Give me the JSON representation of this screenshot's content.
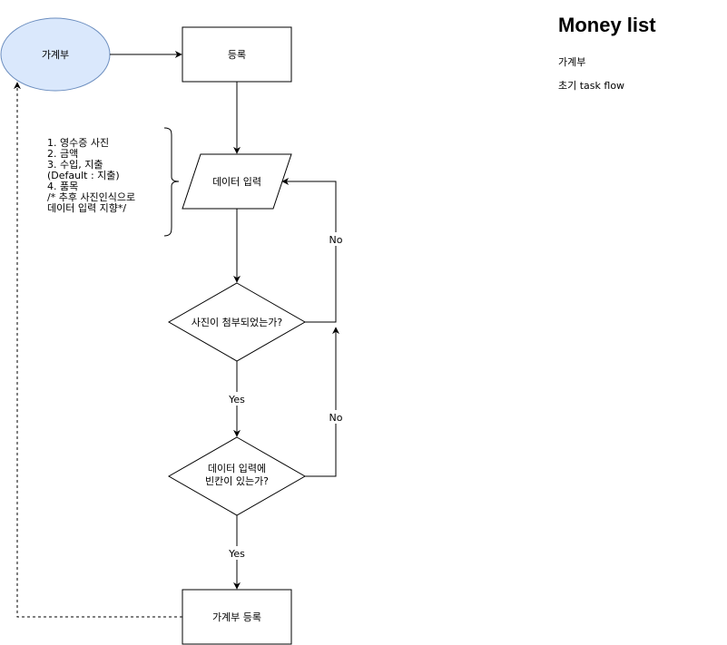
{
  "side": {
    "title": "Money list",
    "line1": "가계부",
    "line2": "초기 task flow"
  },
  "notes": [
    "1. 영수증 사진",
    "2. 금액",
    "3. 수입, 지출",
    "(Default : 지출)",
    "4. 품목",
    "/* 추후 사진인식으로",
    "데이터 입력 지향*/"
  ],
  "nodes": {
    "start": "가계부",
    "register": "등록",
    "data_input": "데이터 입력",
    "photo_check": "사진이 첨부되었는가?",
    "blank_check_line1": "데이터 입력에",
    "blank_check_line2": "빈칸이 있는가?",
    "final_register": "가계부 등록"
  },
  "edges": {
    "yes1": "Yes",
    "yes2": "Yes",
    "no1": "No",
    "no2": "No"
  },
  "colors": {
    "start_fill": "#dae8fc",
    "start_stroke": "#6c8ebf",
    "stroke": "#000000"
  }
}
